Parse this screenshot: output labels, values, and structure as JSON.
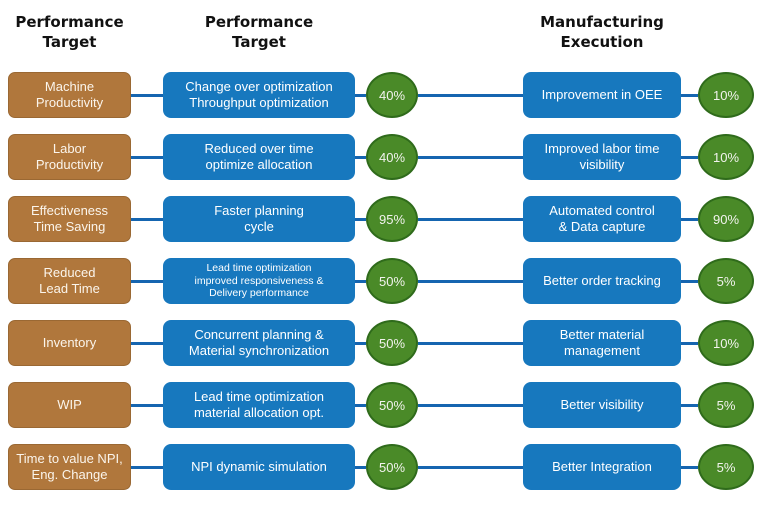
{
  "headers": {
    "col1": "Performance\nTarget",
    "col2": "Performance\nTarget",
    "col3": "Manufacturing\nExecution"
  },
  "colors": {
    "target_box": "#B0773C",
    "target_box_border": "#9A6833",
    "process_box": "#1778BE",
    "percent_oval": "#4A8A28",
    "percent_oval_border": "#2F6B1B",
    "connector_line": "#1565B0",
    "header_text": "#111111",
    "box_text": "#FFFFFF"
  },
  "rows": [
    {
      "target": "Machine\nProductivity",
      "planning": "Change over optimization\nThroughput optimization",
      "planning_small": false,
      "planning_pct": "40%",
      "execution": "Improvement in OEE",
      "execution_pct": "10%"
    },
    {
      "target": "Labor\nProductivity",
      "planning": "Reduced over time\noptimize allocation",
      "planning_small": false,
      "planning_pct": "40%",
      "execution": "Improved labor time\nvisibility",
      "execution_pct": "10%"
    },
    {
      "target": "Effectiveness\nTime Saving",
      "planning": "Faster planning\ncycle",
      "planning_small": false,
      "planning_pct": "95%",
      "execution": "Automated control\n& Data capture",
      "execution_pct": "90%"
    },
    {
      "target": "Reduced\nLead Time",
      "planning": "Lead time optimization\nimproved responsiveness &\nDelivery performance",
      "planning_small": true,
      "planning_pct": "50%",
      "execution": "Better order tracking",
      "execution_pct": "5%"
    },
    {
      "target": "Inventory",
      "planning": "Concurrent planning &\nMaterial synchronization",
      "planning_small": false,
      "planning_pct": "50%",
      "execution": "Better material\nmanagement",
      "execution_pct": "10%"
    },
    {
      "target": "WIP",
      "planning": "Lead time optimization\nmaterial allocation opt.",
      "planning_small": false,
      "planning_pct": "50%",
      "execution": "Better visibility",
      "execution_pct": "5%"
    },
    {
      "target": "Time to value NPI,\nEng. Change",
      "planning": "NPI dynamic simulation",
      "planning_small": false,
      "planning_pct": "50%",
      "execution": "Better Integration",
      "execution_pct": "5%"
    }
  ]
}
